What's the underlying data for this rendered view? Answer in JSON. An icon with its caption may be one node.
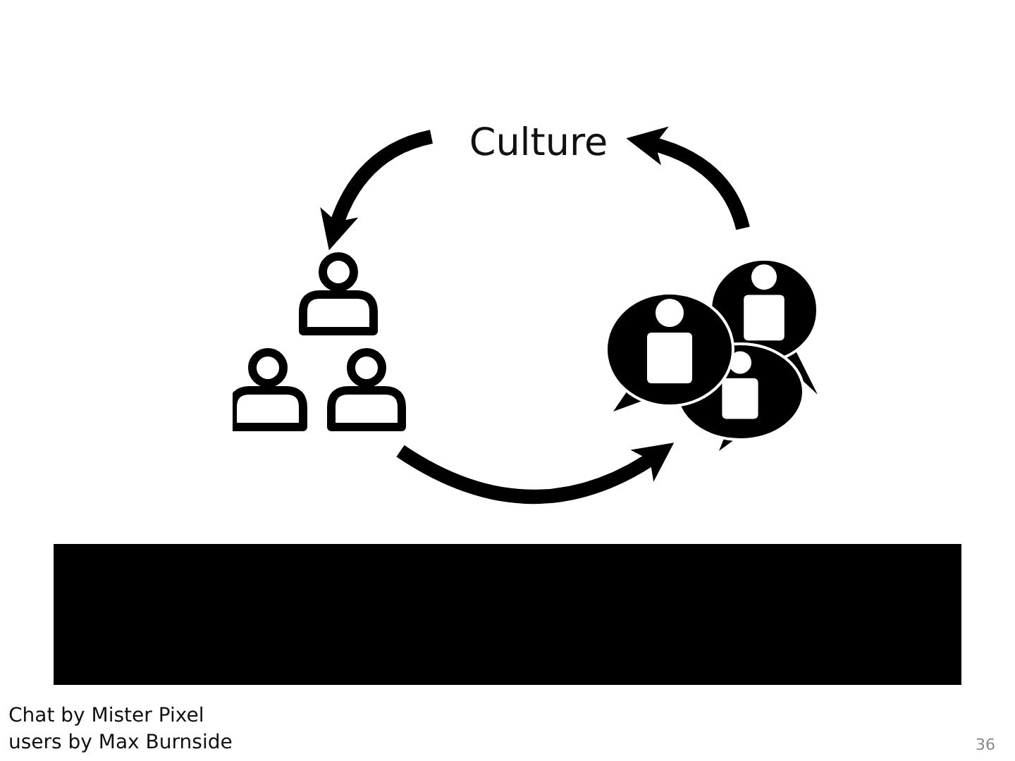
{
  "diagram": {
    "nodes": [
      {
        "text": [
          "Culture"
        ]
      },
      {
        "text": [],
        "shape": "person"
      },
      {
        "text": [],
        "shape": "picture"
      }
    ],
    "edges": [
      {
        "from": 0,
        "to": 1,
        "arrow": "to"
      },
      {
        "from": 1,
        "to": 2,
        "arrow": "to"
      },
      {
        "from": 2,
        "to": 0,
        "arrow": "to"
      }
    ],
    "labels": [
      "Chat by Mister Pixel",
      "users by Max Burnside",
      "36"
    ]
  }
}
